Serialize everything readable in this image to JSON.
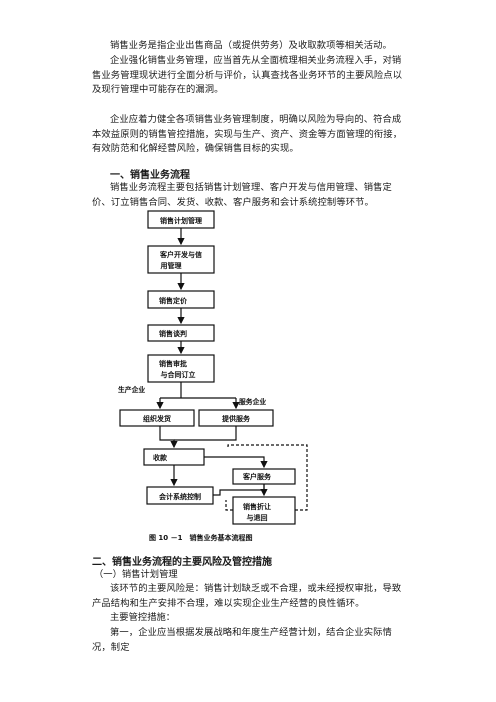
{
  "intro": {
    "p1": "销售业务是指企业出售商品（或提供劳务）及收取款项等相关活动。",
    "p2": "企业强化销售业务管理，应当首先从全面梳理相关业务流程入手，对销售业务管理现状进行全面分析与评价，认真查找各业务环节的主要风险点以及现行管理中可能存在的漏洞。",
    "p3": "企业应着力健全各项销售业务管理制度，明确以风险为导向的、符合成本效益原则的销售管控措施，实现与生产、资产、资金等方面管理的衔接，有效防范和化解经营风险，确保销售目标的实现。"
  },
  "section1": {
    "heading": "一、销售业务流程",
    "text": "销售业务流程主要包括销售计划管理、客户开发与信用管理、销售定价、订立销售合同、发货、收款、客户服务和会计系统控制等环节。"
  },
  "flowchart": {
    "nodes": {
      "plan": "销售计划管理",
      "customer_l1": "客户开发与信",
      "customer_l2": "用管理",
      "pricing": "销售定价",
      "negotiation": "销售谈判",
      "approval_l1": "销售审批",
      "approval_l2": "与合同订立",
      "ship": "组织发货",
      "service": "提供服务",
      "collect": "收款",
      "accounting": "会计系统控制",
      "customer_service": "客户服务",
      "return_l1": "销售折让",
      "return_l2": "与退回"
    },
    "labels": {
      "production": "生产企业",
      "service_co": "服务企业"
    },
    "caption": "图 10 －1　销售业务基本流程图"
  },
  "section2": {
    "heading": "二、销售业务流程的主要风险及管控措施",
    "sub1": "（一）销售计划管理",
    "risk": "该环节的主要风险是：销售计划缺乏或不合理，或未经授权审批，导致产品结构和生产安排不合理，难以实现企业生产经营的良性循环。",
    "measures_title": "主要管控措施：",
    "measure1": "第一，企业应当根据发展战略和年度生产经营计划，结合企业实际情况，制定"
  }
}
